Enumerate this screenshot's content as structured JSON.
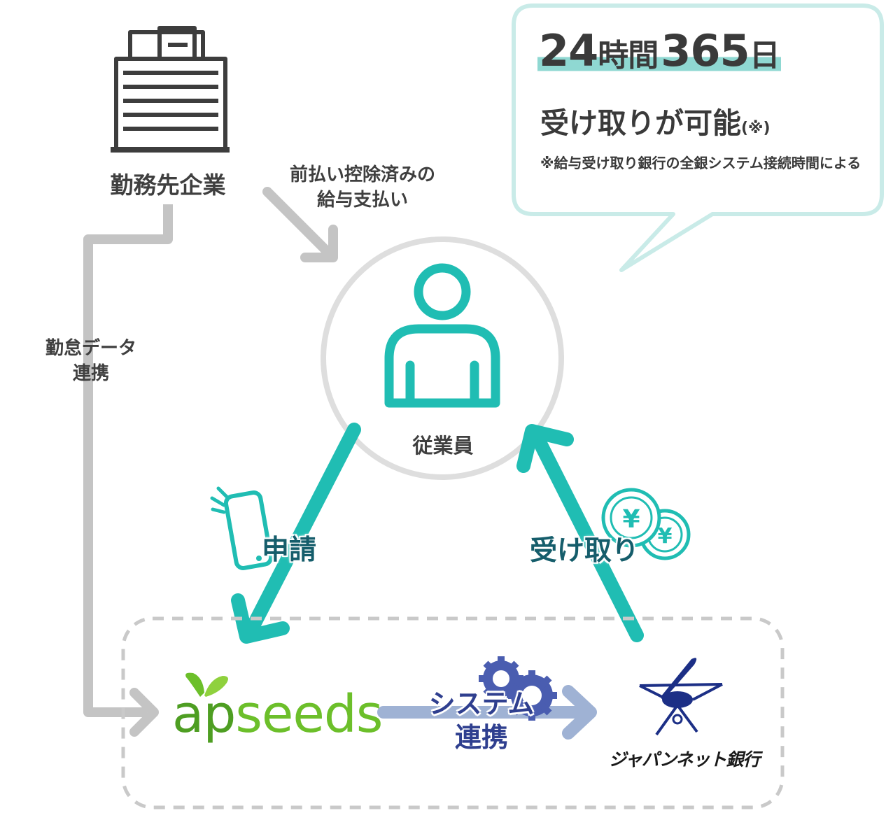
{
  "headline": {
    "hours_number": "24",
    "hours_unit": "時間",
    "days_number": "365",
    "days_unit": "日",
    "subtext": "受け取りが可能",
    "note_mark": "(※)",
    "footnote": "※給与受け取り銀行の全銀システム接続時間による"
  },
  "nodes": {
    "company": "勤務先企業",
    "employee": "従業員",
    "apseeds": {
      "part1": "ap",
      "part2": "seeds"
    },
    "bank": "ジャパンネット銀行"
  },
  "edges": {
    "payment": {
      "line1": "前払い控除済みの",
      "line2": "給与支払い"
    },
    "attendance": {
      "line1": "勤怠データ",
      "line2": "連携"
    },
    "apply": "申請",
    "receive": "受け取り",
    "sync": {
      "line1": "システム",
      "line2": "連携"
    }
  },
  "icons": [
    "office-building-icon",
    "person-icon",
    "smartphone-icon",
    "yen-coins-icon",
    "gears-icon",
    "bank-logo-icon",
    "sprout-icon"
  ],
  "colors": {
    "teal": "#20bdb3",
    "gray": "#c4c4c4",
    "dark_text": "#3f3f3f",
    "navy": "#2f3f8f",
    "green": "#6cbf2a"
  }
}
